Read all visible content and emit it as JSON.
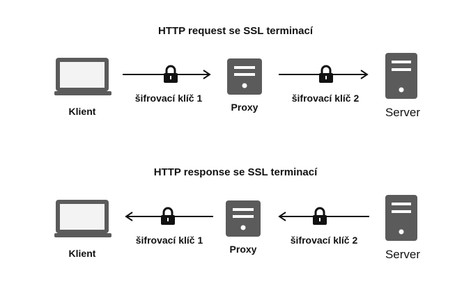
{
  "request": {
    "title": "HTTP request se SSL terminací",
    "client_label": "Klient",
    "proxy_label": "Proxy",
    "server_label": "Server",
    "key1_label": "šifrovací klíč 1",
    "key2_label": "šifrovací klíč 2",
    "direction": "client-to-server"
  },
  "response": {
    "title": "HTTP response se SSL terminací",
    "client_label": "Klient",
    "proxy_label": "Proxy",
    "server_label": "Server",
    "key1_label": "šifrovací klíč 1",
    "key2_label": "šifrovací klíč 2",
    "direction": "server-to-client"
  },
  "icons": {
    "client": "laptop-icon",
    "proxy": "proxy-server-icon",
    "server": "server-tower-icon",
    "lock": "lock-icon"
  },
  "colors": {
    "icon_fill": "#5b5b5b",
    "screen_fill": "#f3f3f3",
    "line": "#111111"
  }
}
